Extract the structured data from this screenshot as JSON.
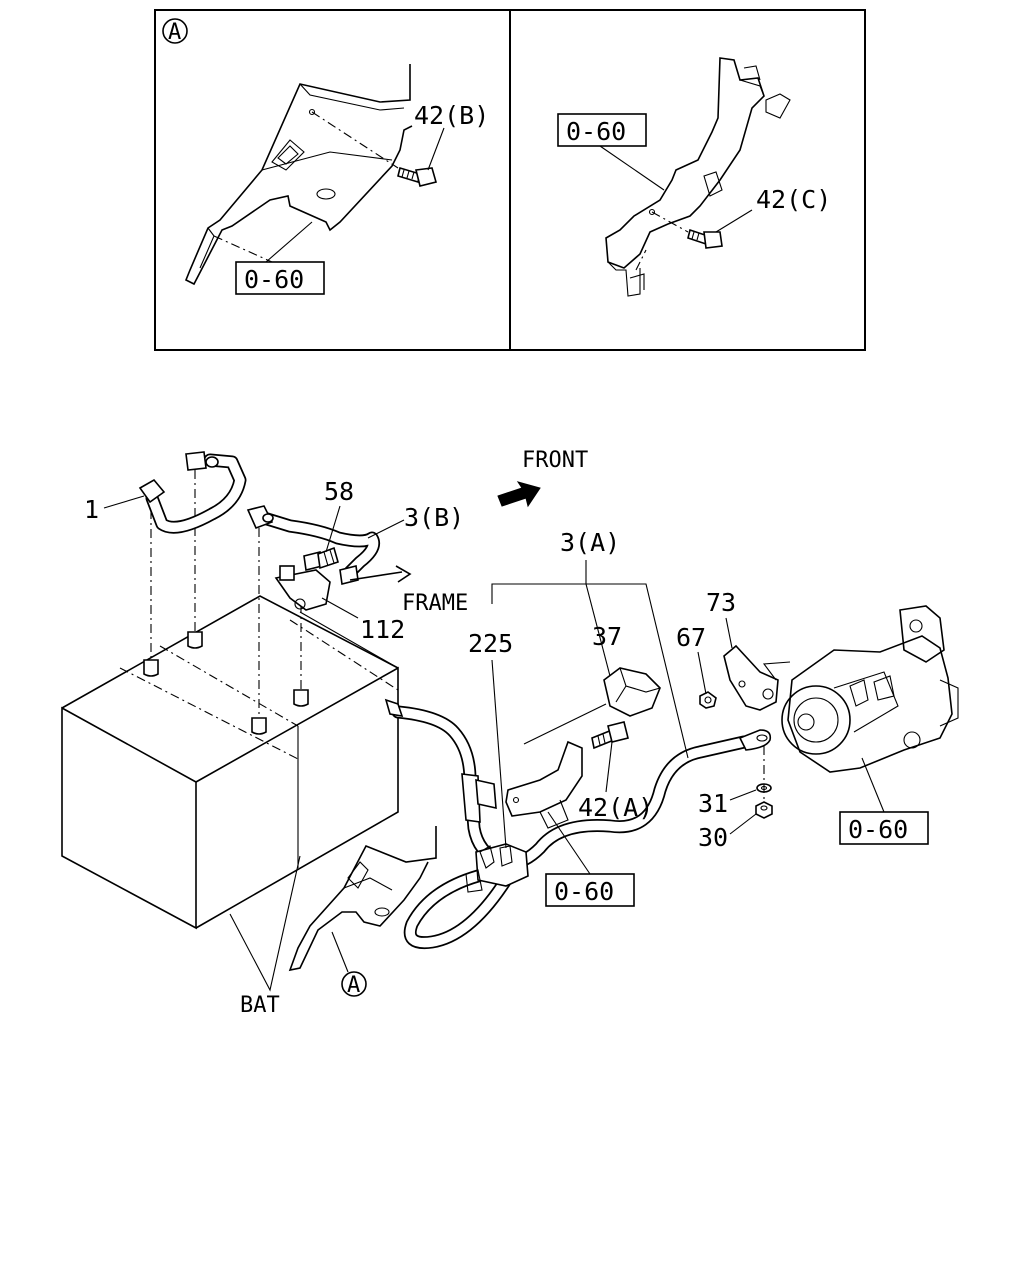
{
  "inset": {
    "left_panel": {
      "circle_label": "A",
      "part_42b": "42(B)",
      "ref": "0-60"
    },
    "right_panel": {
      "ref": "0-60",
      "part_42c": "42(C)"
    }
  },
  "main": {
    "direction_front": "FRONT",
    "direction_frame": "FRAME",
    "parts": {
      "p1": "1",
      "p58": "58",
      "p3b": "3(B)",
      "p3a": "3(A)",
      "p112": "112",
      "p225": "225",
      "p37": "37",
      "p73": "73",
      "p67": "67",
      "p42a": "42(A)",
      "p31": "31",
      "p30": "30",
      "bat": "BAT"
    },
    "refs": {
      "ref_center": "0-60",
      "ref_starter": "0-60"
    },
    "circle_a": "A"
  }
}
